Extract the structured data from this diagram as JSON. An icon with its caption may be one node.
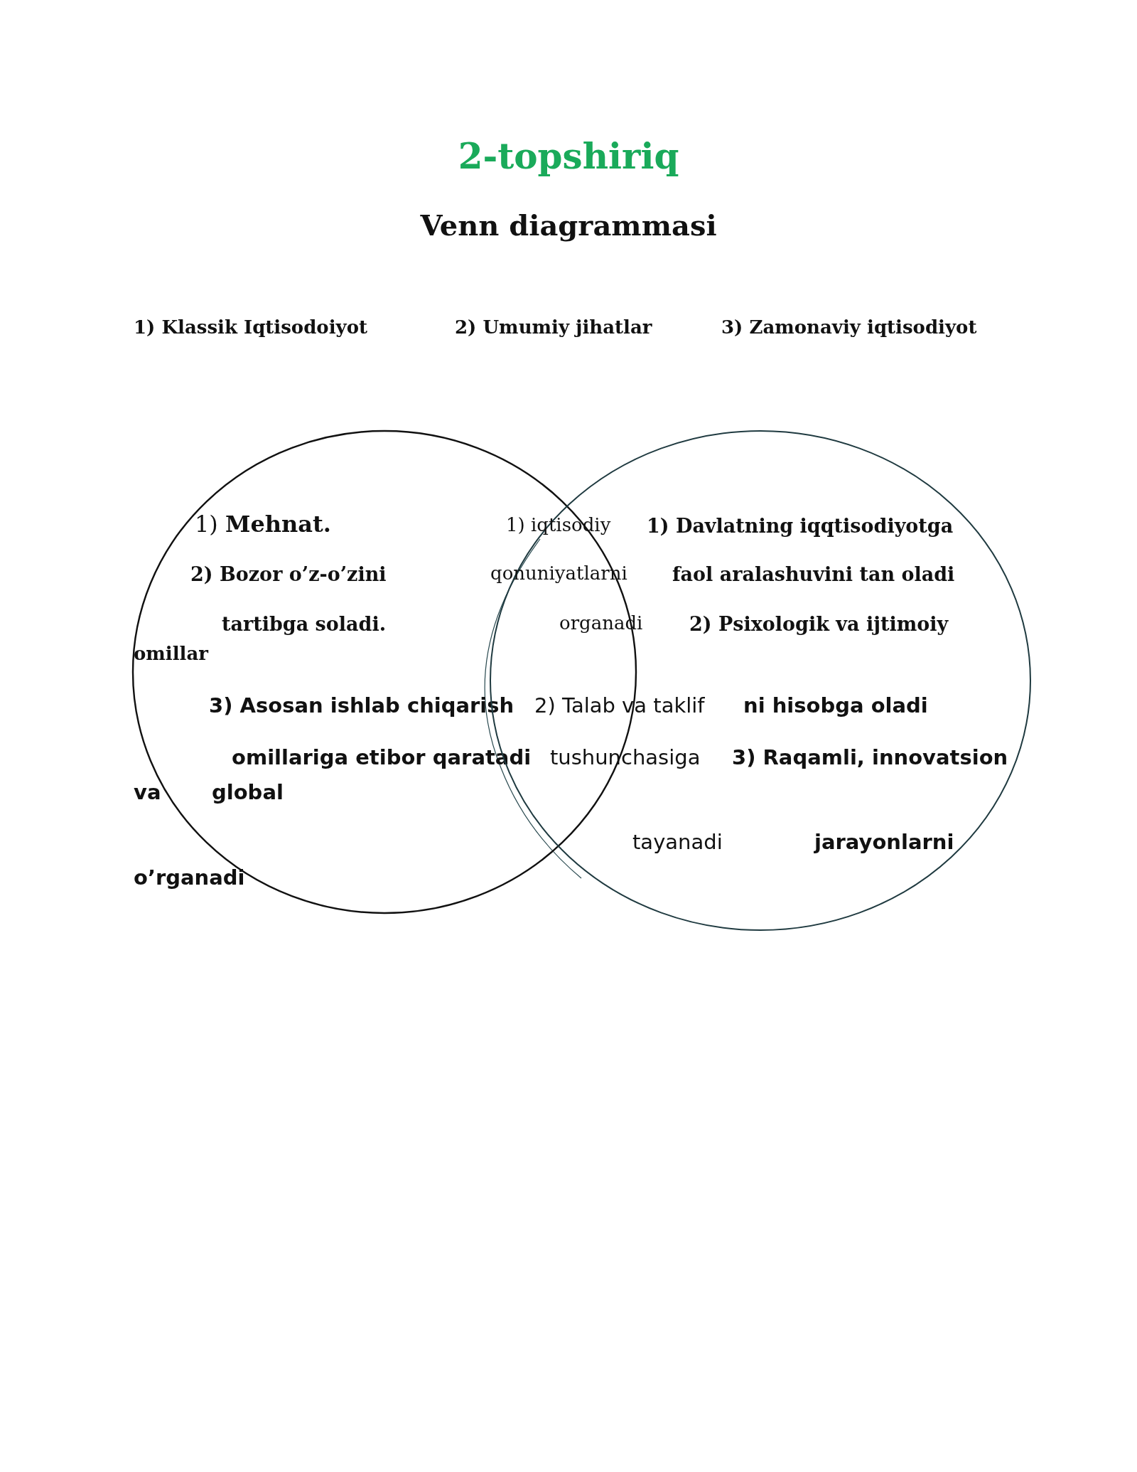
{
  "diagram": {
    "title": "2-topshiriq",
    "nodes": [
      {
        "text": [
          "1) **Mehnat.**",
          "2) Bozor o’z-o’zini",
          "tartibga soladi.",
          "3) Asosan ishlab chiqarish",
          "omillariga etibor qaratadi",
          "global"
        ]
      },
      {
        "text": [
          "1) Davlatning iqqtisodiyotga",
          "faol aralashuvini tan oladi",
          "2) Psixologik va ijtimoiy",
          "ni hisobga oladi",
          "3) Raqamli, innovatsion",
          "jarayonlarni"
        ]
      }
    ],
    "labels": [
      "Venn diagrammasi",
      "1) Klassik Iqtisodoiyot",
      "2) Umumiy jihatlar",
      "3) Zamonaviy iqtisodiyot",
      "1) iqtisodiy",
      "qonuniyatlarni",
      "organadi",
      "omillar",
      "2) Talab va taklif",
      "tushunchasiga",
      "va",
      "tayanadi",
      "o’rganadi"
    ]
  }
}
